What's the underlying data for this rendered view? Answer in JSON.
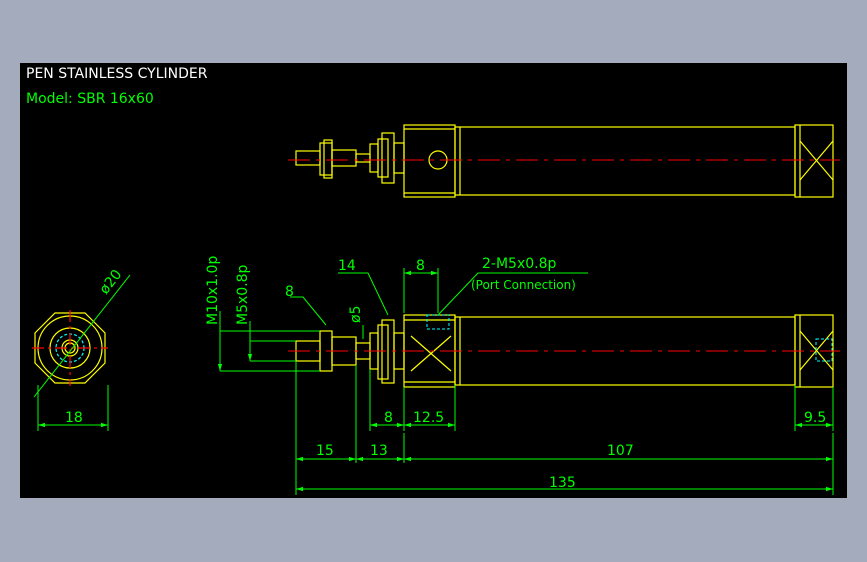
{
  "drawing": {
    "title": "PEN STAINLESS CYLINDER",
    "model": "Model: SBR 16x60"
  },
  "colors": {
    "background": "#a3abbd",
    "canvas": "#000000",
    "outline": "#ffff00",
    "dimension": "#00ff00",
    "centerline": "#ff0000",
    "hatch": "#00ffff",
    "text": "#ffffff"
  },
  "callouts": {
    "port_thread": "2-M5x0.8p",
    "port_note": "(Port Connection)",
    "rod_thread": "M5x0.8p",
    "body_thread": "M10x1.0p",
    "rod_diameter": "ø5",
    "body_diameter": "ø20",
    "nut_width_rod": "8",
    "nut_width_body": "14",
    "port_offset": "8"
  },
  "dimensions": {
    "end_width": "18",
    "nut_length": "8",
    "cap_length": "12.5",
    "rear_cap": "9.5",
    "rod_extension": "15",
    "thread_length": "13",
    "body_length": "107",
    "overall_length": "135"
  }
}
